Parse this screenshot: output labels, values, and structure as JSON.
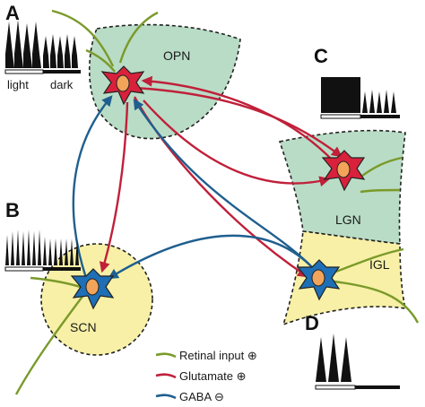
{
  "panels": {
    "a": {
      "letter": "A",
      "light_label": "light",
      "dark_label": "dark"
    },
    "b": {
      "letter": "B"
    },
    "c": {
      "letter": "C"
    },
    "d": {
      "letter": "D"
    }
  },
  "regions": {
    "opn": "OPN",
    "lgn": "LGN",
    "igl": "IGL",
    "scn": "SCN"
  },
  "legend": {
    "retinal": "Retinal input ⊕",
    "glutamate": "Glutamate ⊕",
    "gaba": "GABA ⊖"
  },
  "colors": {
    "opn_fill": "#b9dcc6",
    "lgn_fill": "#b9dcc6",
    "igl_fill": "#f7f0a6",
    "scn_fill": "#f7f0a6",
    "glutamate": "#c0203a",
    "gaba": "#1f5f8f",
    "retinal": "#7a9a2a",
    "neuron_red": "#d9213c",
    "neuron_blue": "#1e6fb5",
    "nucleus": "#f2a45a"
  }
}
